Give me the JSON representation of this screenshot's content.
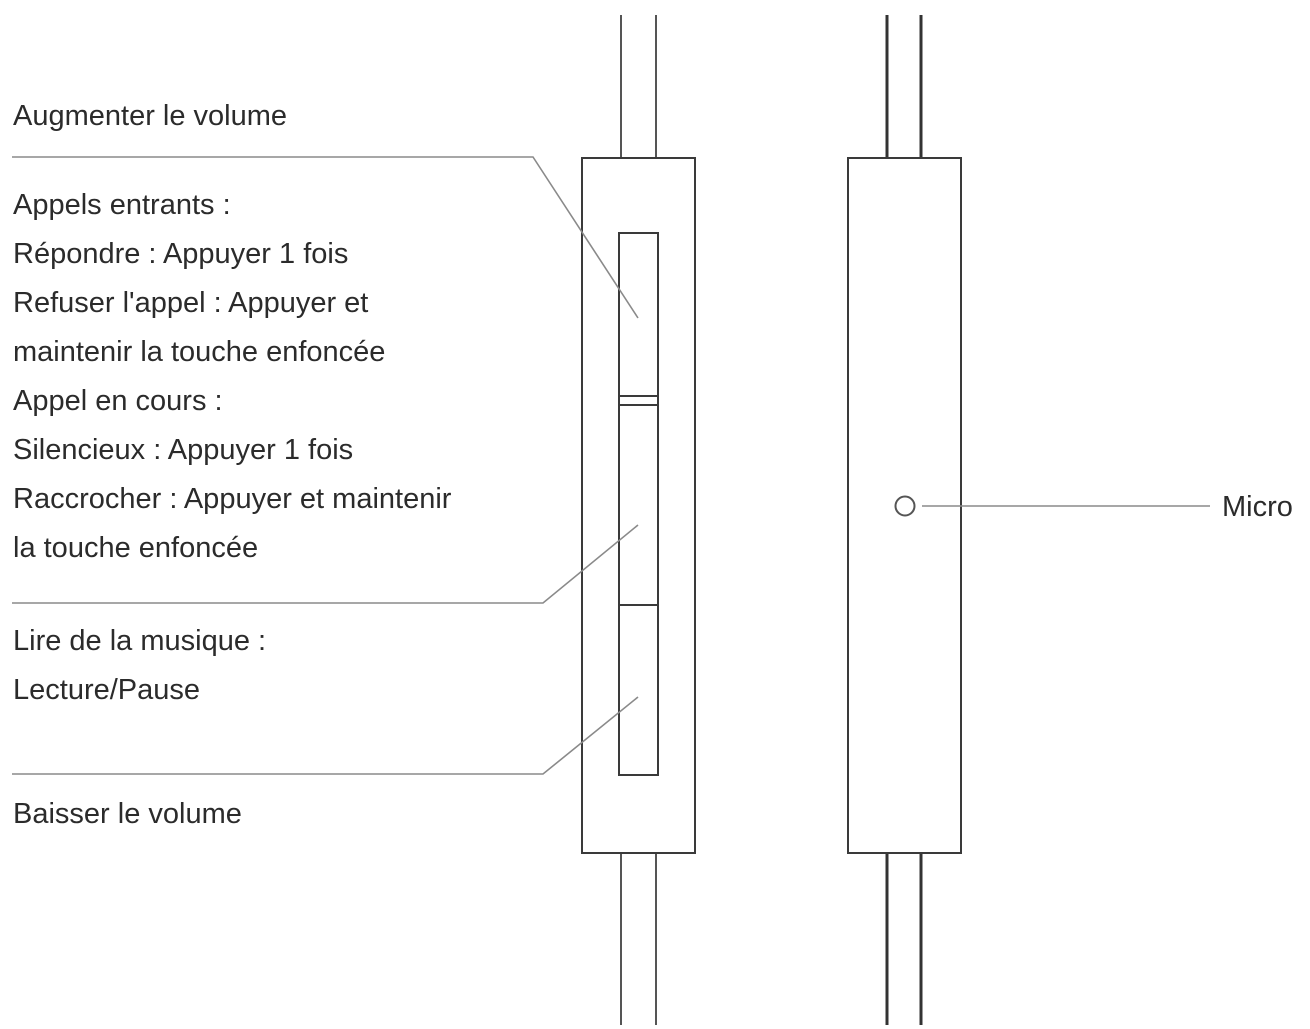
{
  "labels": {
    "volume_up": "Augmenter le volume",
    "calls": [
      "Appels entrants :",
      "Répondre : Appuyer 1 fois",
      "Refuser l'appel : Appuyer et",
      "maintenir la touche enfoncée",
      "Appel en cours :",
      "Silencieux : Appuyer 1 fois",
      "Raccrocher : Appuyer et maintenir",
      "la touche enfoncée"
    ],
    "music": [
      "Lire de la musique :",
      "Lecture/Pause"
    ],
    "volume_down": "Baisser le volume",
    "microphone": "Micro"
  },
  "colors": {
    "outline": "#3a3a3a",
    "leader_line": "#8a8a8a",
    "text": "#2b2b2b",
    "background": "#ffffff"
  }
}
